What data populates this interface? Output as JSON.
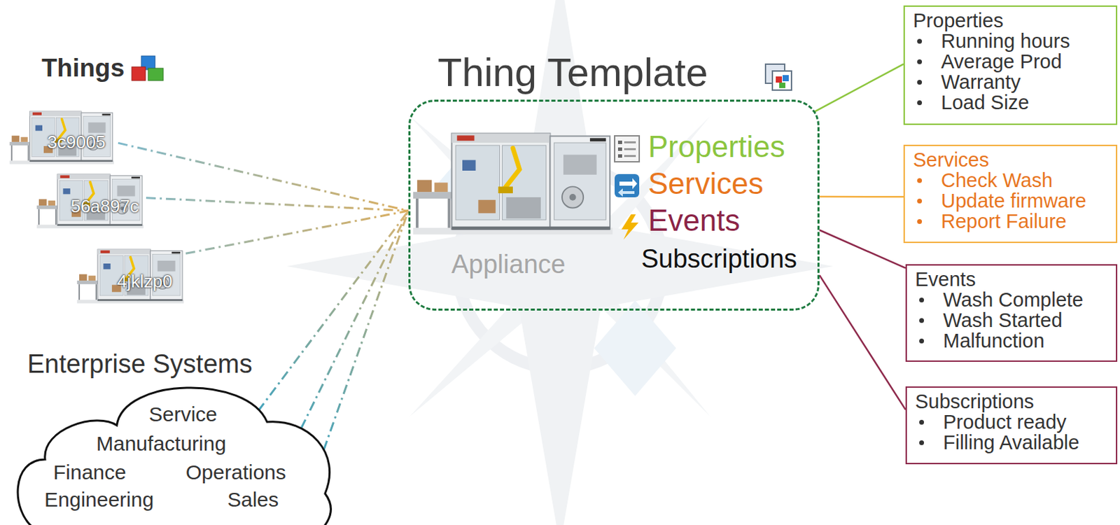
{
  "diagram": {
    "nodes": [
      {
        "text": [
          "3c9005"
        ]
      },
      {
        "text": [
          "56a897c"
        ]
      },
      {
        "text": [
          "4jklzp0"
        ]
      },
      {
        "text": [
          "Enterprise Systems",
          "Service",
          "Manufacturing",
          "Finance",
          "Operations",
          "Engineering",
          "Sales"
        ]
      },
      {
        "text": [
          "Thing Template",
          "Properties",
          "Services",
          "Events",
          "Appliance",
          "Subscriptions"
        ]
      },
      {
        "text": [
          "Properties",
          "Running hours",
          "Average Prod",
          "Warranty",
          "Load Size"
        ]
      },
      {
        "text": [
          "Services",
          "Check Wash",
          "Update firmware",
          "Report Failure"
        ]
      },
      {
        "text": [
          "Events",
          "Wash Complete",
          "Wash Started",
          "Malfunction"
        ]
      },
      {
        "text": [
          "Subscriptions",
          "Product ready",
          "Filling Available"
        ]
      }
    ],
    "edges": [
      {
        "from": 0,
        "to": 4,
        "arrow": "none"
      },
      {
        "from": 1,
        "to": 4,
        "arrow": "none"
      },
      {
        "from": 2,
        "to": 4,
        "arrow": "none"
      },
      {
        "from": 3,
        "to": 4,
        "arrow": "none"
      },
      {
        "from": 4,
        "to": 5,
        "arrow": "none"
      },
      {
        "from": 4,
        "to": 6,
        "arrow": "none"
      },
      {
        "from": 4,
        "to": 7,
        "arrow": "none"
      },
      {
        "from": 4,
        "to": 8,
        "arrow": "none"
      }
    ],
    "labels": [
      "Things"
    ]
  }
}
